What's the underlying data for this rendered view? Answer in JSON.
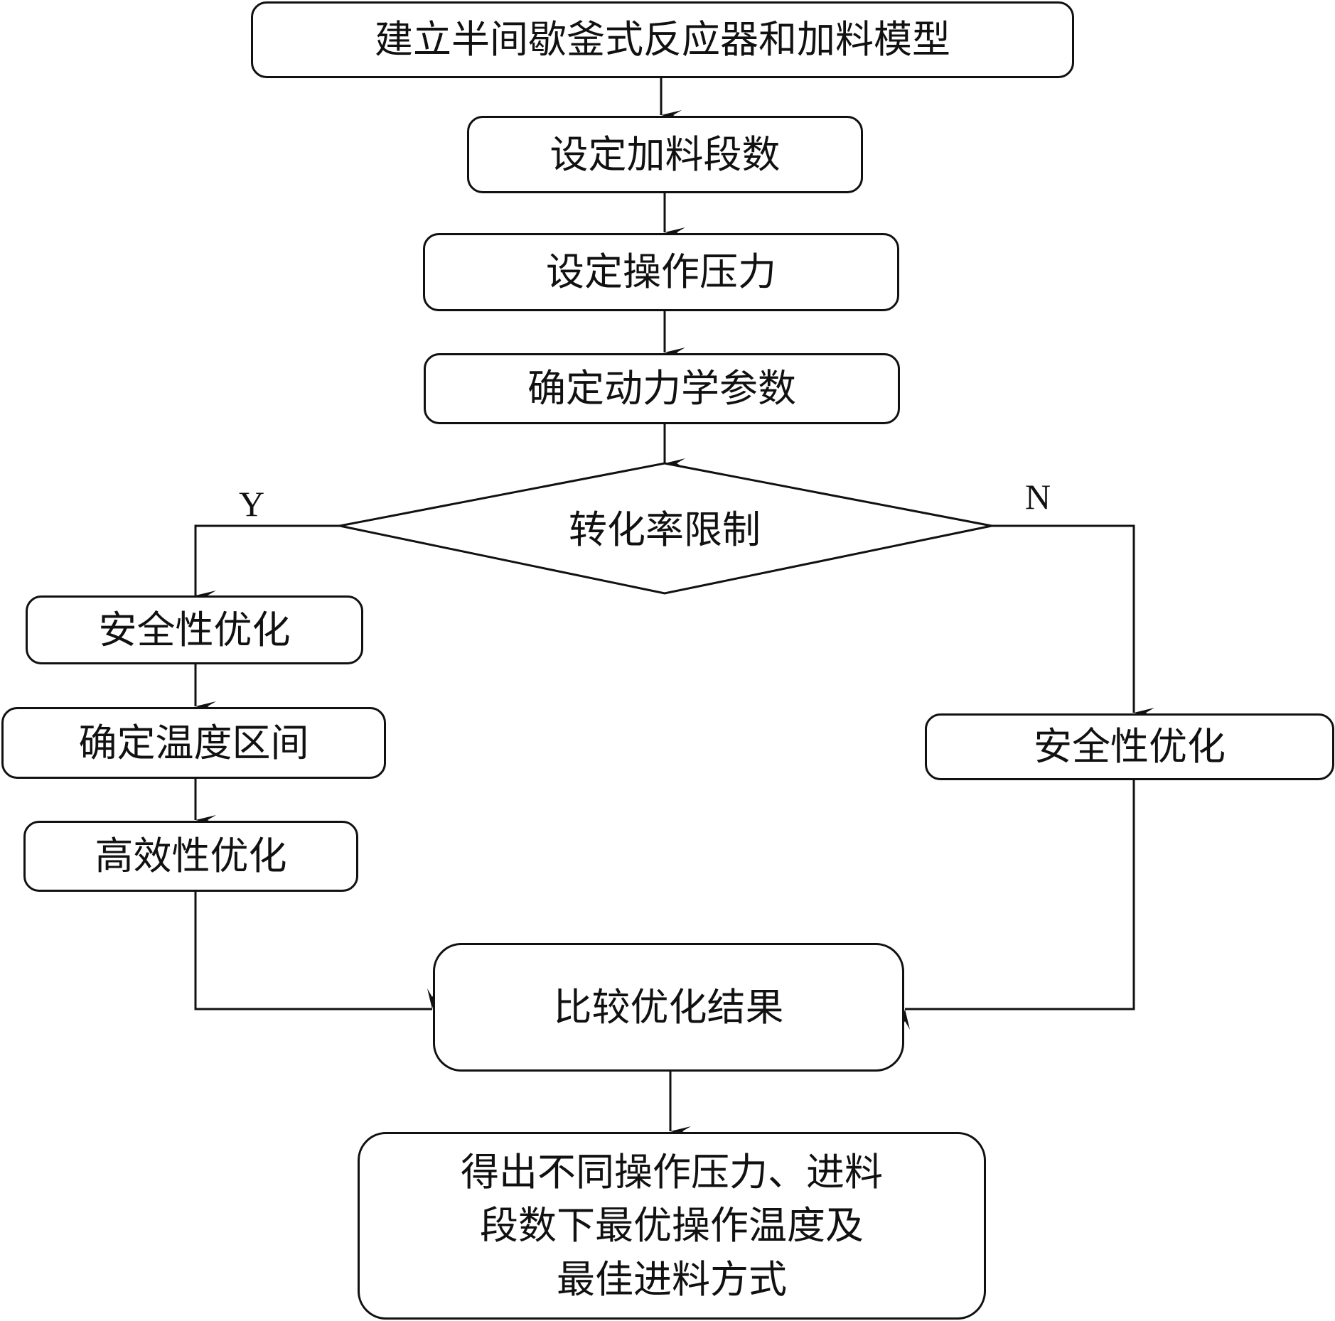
{
  "title": "半间歇釜式反应器优化流程图",
  "nodes": {
    "build_model": "建立半间歇釜式反应器和加料模型",
    "set_stages": "设定加料段数",
    "set_pressure": "设定操作压力",
    "kinetics": "确定动力学参数",
    "decision": "转化率限制",
    "safety_left": "安全性优化",
    "temp_range": "确定温度区间",
    "efficiency": "高效性优化",
    "safety_right": "安全性优化",
    "compare": "比较优化结果",
    "result_line1": "得出不同操作压力、进料",
    "result_line2": "段数下最优操作温度及",
    "result_line3": "最佳进料方式"
  },
  "branches": {
    "yes": "Y",
    "no": "N"
  },
  "colors": {
    "stroke": "#111111",
    "background": "#ffffff"
  }
}
